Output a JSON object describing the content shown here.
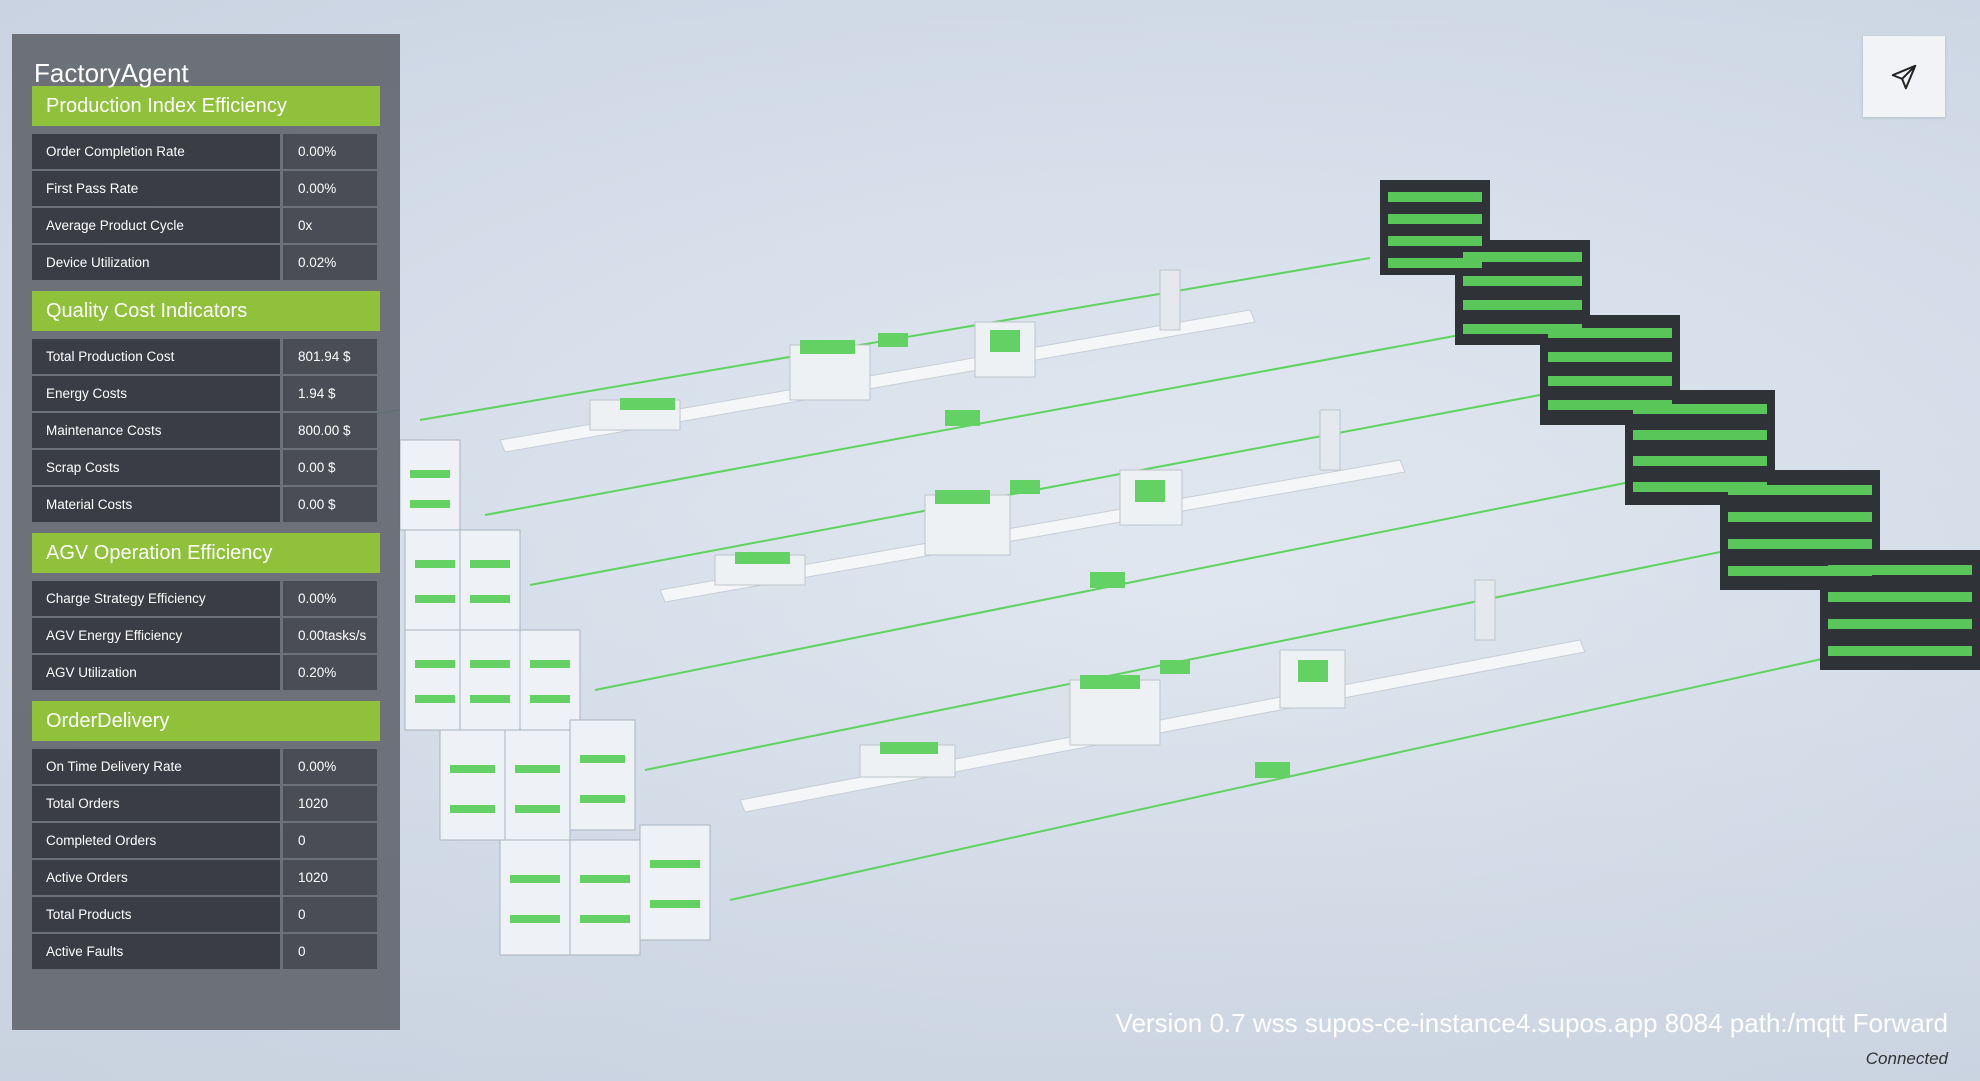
{
  "app": {
    "title": "FactoryAgent"
  },
  "sections": [
    {
      "title": "Production Index Efficiency",
      "rows": [
        {
          "label": "Order Completion Rate",
          "value": "0.00%"
        },
        {
          "label": "First Pass Rate",
          "value": "0.00%"
        },
        {
          "label": "Average Product Cycle",
          "value": "0x"
        },
        {
          "label": "Device Utilization",
          "value": "0.02%"
        }
      ]
    },
    {
      "title": "Quality Cost Indicators",
      "rows": [
        {
          "label": "Total Production Cost",
          "value": "801.94 $"
        },
        {
          "label": "Energy Costs",
          "value": "1.94 $"
        },
        {
          "label": "Maintenance Costs",
          "value": "800.00 $"
        },
        {
          "label": "Scrap Costs",
          "value": "0.00 $"
        },
        {
          "label": "Material Costs",
          "value": "0.00 $"
        }
      ]
    },
    {
      "title": "AGV Operation Efficiency",
      "rows": [
        {
          "label": "Charge Strategy Efficiency",
          "value": "0.00%"
        },
        {
          "label": "AGV Energy Efficiency",
          "value": "0.00tasks/s"
        },
        {
          "label": "AGV Utilization",
          "value": "0.20%"
        }
      ]
    },
    {
      "title": "OrderDelivery",
      "rows": [
        {
          "label": "On Time Delivery Rate",
          "value": "0.00%"
        },
        {
          "label": "Total Orders",
          "value": "1020"
        },
        {
          "label": "Completed Orders",
          "value": "0"
        },
        {
          "label": "Active Orders",
          "value": "1020"
        },
        {
          "label": "Total Products",
          "value": "0"
        },
        {
          "label": "Active Faults",
          "value": "0"
        }
      ]
    }
  ],
  "footer": {
    "version": "Version 0.7 wss supos-ce-instance4.supos.app  8084 path:/mqtt Forward",
    "status": "Connected"
  },
  "icons": {
    "send": "send-icon"
  },
  "colors": {
    "accent_green": "#8fc13b",
    "line_green": "#5fd35f",
    "rack_dark": "#2f3337"
  }
}
